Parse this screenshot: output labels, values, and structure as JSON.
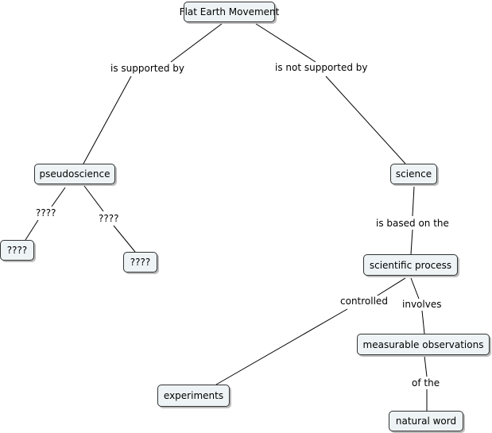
{
  "colors": {
    "node_fill": "#eef4f6",
    "node_border": "#333333",
    "line": "#000000"
  },
  "nodes": {
    "root": "Flat Earth Movement",
    "pseudoscience": "pseudoscience",
    "science": "science",
    "unknown_left": "????",
    "unknown_right": "????",
    "scientific_process": "scientific process",
    "measurable_observations": "measurable observations",
    "experiments": "experiments",
    "natural_word": "natural word"
  },
  "links": {
    "supported_by": "is supported by",
    "not_supported_by": "is not supported by",
    "unknown_link_left": "????",
    "unknown_link_right": "????",
    "based_on": "is based on the",
    "controlled": "controlled",
    "involves": "involves",
    "of_the": "of the"
  }
}
